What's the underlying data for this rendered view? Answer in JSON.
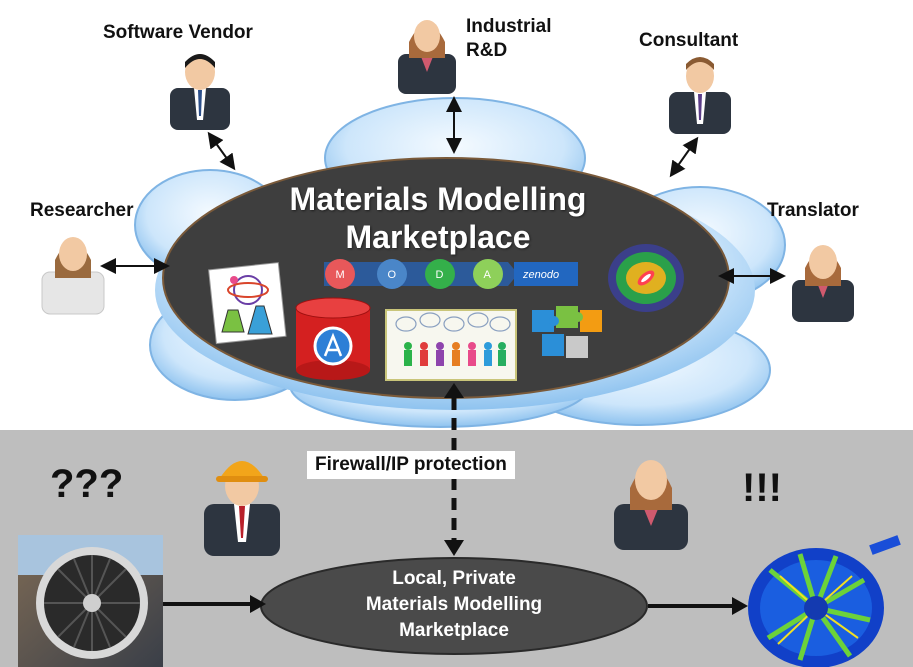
{
  "roles": {
    "software_vendor": "Software Vendor",
    "industrial_line1": "Industrial",
    "industrial_line2": "R&D",
    "consultant": "Consultant",
    "researcher": "Researcher",
    "translator": "Translator"
  },
  "cloud": {
    "title_line1": "Materials Modelling",
    "title_line2": "Marketplace",
    "moda_letters": [
      "M",
      "O",
      "D",
      "A"
    ],
    "zenodo_label": "zenodo"
  },
  "firewall": {
    "label": "Firewall/IP protection"
  },
  "local": {
    "line1": "Local, Private",
    "line2": "Materials Modelling",
    "line3": "Marketplace"
  },
  "marks": {
    "question": "???",
    "exclaim": "!!!"
  },
  "colors": {
    "cloud_fill": "#c8e2f8",
    "ellipse_fill": "#3e3e3e",
    "gray_band": "#bebebe",
    "moda_m": "#e8585a",
    "moda_o": "#4a86c8",
    "moda_d": "#34b04a",
    "moda_a": "#8ed05a"
  }
}
